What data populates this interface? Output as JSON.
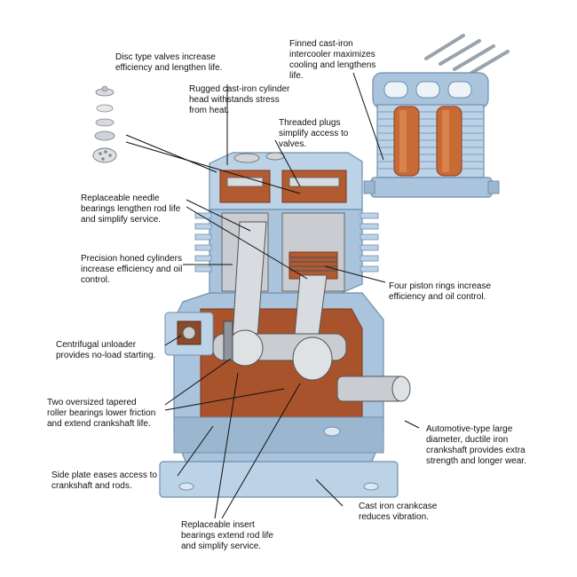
{
  "callouts": {
    "disc_valves": "Disc type valves increase\nefficiency and lengthen life.",
    "cylinder_head": "Rugged cast-iron cylinder\nhead withstands stress\nfrom heat.",
    "intercooler": "Finned cast-iron\nintercooler maximizes\ncooling and lengthens\nlife.",
    "threaded_plugs": "Threaded plugs\nsimplify access to\nvalves.",
    "needle_bearings": "Replaceable needle\nbearings lengthen rod life\nand simplify service.",
    "honed_cylinders": "Precision honed cylinders\nincrease efficiency and oil\ncontrol.",
    "piston_rings": "Four piston rings increase\nefficiency and oil control.",
    "unloader": "Centrifugal unloader\nprovides no-load starting.",
    "roller_bearings": "Two oversized tapered\nroller bearings lower friction\nand extend crankshaft life.",
    "crankshaft": "Automotive-type large\ndiameter, ductile iron\ncrankshaft provides extra\nstrength and longer wear.",
    "side_plate": "Side plate eases access to\ncrankshaft and rods.",
    "crankcase": "Cast iron crankcase\nreduces vibration.",
    "insert_bearings": "Replaceable insert\nbearings extend rod life\nand simplify service."
  },
  "colors": {
    "body_blue": "#a9c4dc",
    "body_blue_dark": "#7f9fbd",
    "copper": "#a9532d",
    "copper_light": "#d27a46",
    "steel": "#c9ccd0",
    "leader": "#111111"
  }
}
